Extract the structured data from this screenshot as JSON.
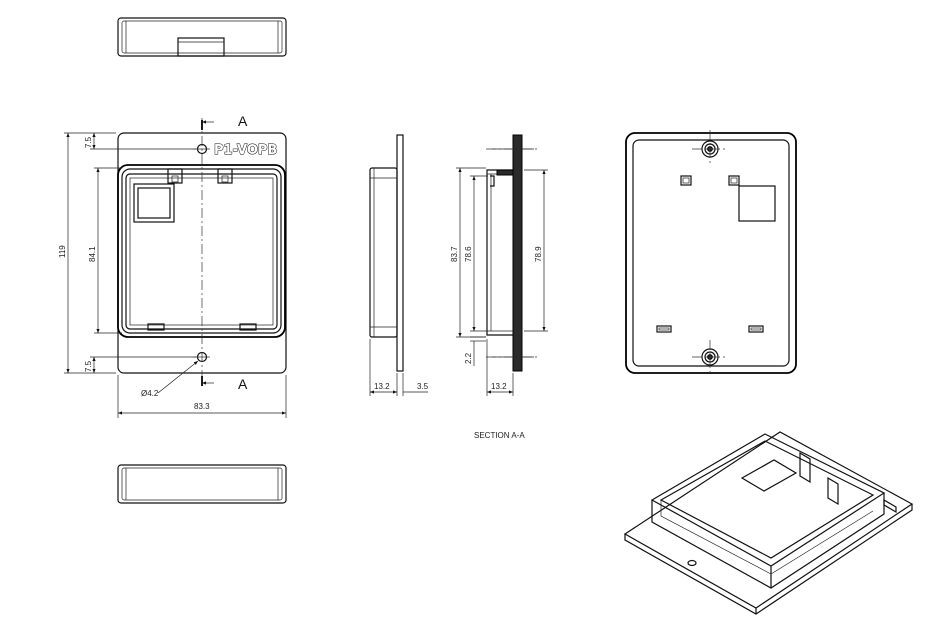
{
  "drawing": {
    "product_code": "P1-VOPB",
    "section_marker": "A",
    "section_title": "SECTION A-A",
    "front_view": {
      "overall_height": "119",
      "inner_height": "84.1",
      "top_offset": "7.5",
      "bottom_offset": "7.5",
      "overall_width": "83.3",
      "hole_diameter": "Ø4.2"
    },
    "side_view": {
      "depth": "13.2",
      "flange": "3.5"
    },
    "section_view": {
      "height_outer": "83.7",
      "height_inner": "78.6",
      "height_right": "78.9",
      "flange_thickness": "2.2",
      "depth": "13.2"
    }
  }
}
